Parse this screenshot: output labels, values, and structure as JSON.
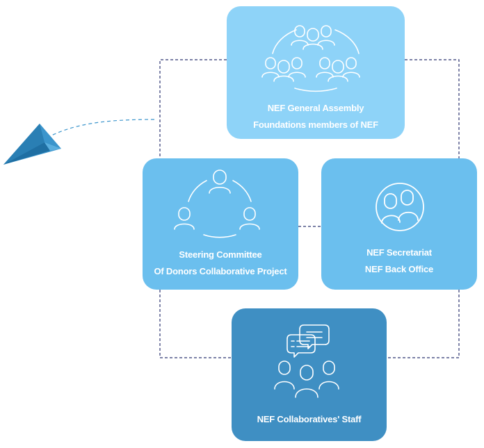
{
  "nodes": {
    "assembly": {
      "line1": "NEF General Assembly",
      "line2": "Foundations members of NEF",
      "icon": "group-assembly-icon"
    },
    "steering": {
      "line1": "Steering Committee",
      "line2": "Of Donors Collaborative Project",
      "icon": "committee-circle-icon"
    },
    "secretariat": {
      "line1": "NEF Secretariat",
      "line2": "NEF Back Office",
      "icon": "two-people-icon"
    },
    "staff": {
      "line1": "NEF Collaboratives' Staff",
      "icon": "team-chat-icon"
    }
  },
  "decoration": {
    "icon": "paper-plane-icon"
  },
  "colors": {
    "assembly_bg": "#8ed3f8",
    "mid_bg": "#6bbfee",
    "staff_bg": "#3f8fc3",
    "connector": "#2c3470",
    "plane": "#3b95cc"
  }
}
